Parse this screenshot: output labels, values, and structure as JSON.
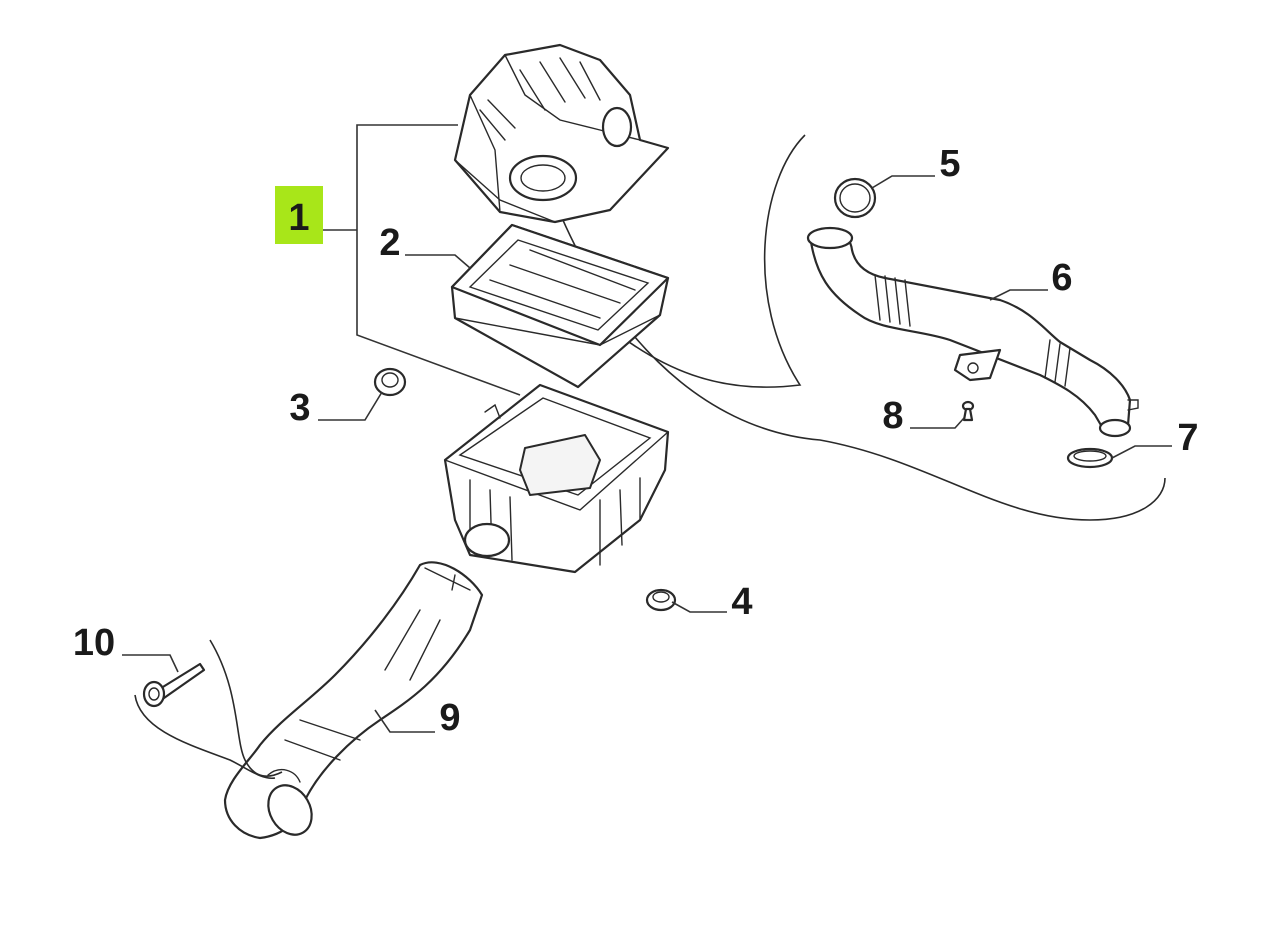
{
  "highlight_color": "#a8e619",
  "callouts": {
    "c1": "1",
    "c2": "2",
    "c3": "3",
    "c4": "4",
    "c5": "5",
    "c6": "6",
    "c7": "7",
    "c8": "8",
    "c9": "9",
    "c10": "10"
  },
  "parts": [
    {
      "callout": "1",
      "icon": "air-filter-housing-assembly",
      "highlighted": true
    },
    {
      "callout": "2",
      "icon": "air-filter-element"
    },
    {
      "callout": "3",
      "icon": "grommet"
    },
    {
      "callout": "4",
      "icon": "grommet"
    },
    {
      "callout": "5",
      "icon": "clamp-ring"
    },
    {
      "callout": "6",
      "icon": "intake-hose"
    },
    {
      "callout": "7",
      "icon": "clamp-ring"
    },
    {
      "callout": "8",
      "icon": "push-clip"
    },
    {
      "callout": "9",
      "icon": "air-intake-duct"
    },
    {
      "callout": "10",
      "icon": "bolt"
    }
  ]
}
